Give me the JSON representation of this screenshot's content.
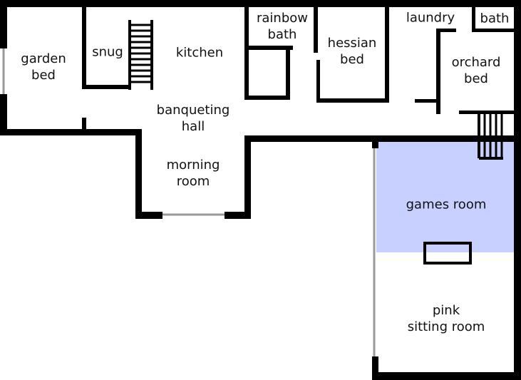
{
  "colors": {
    "wall": "#000000",
    "window": "#9a9a9a",
    "highlight": "#c8d0ff",
    "background": "#ffffff"
  },
  "rooms": {
    "garden_bed": "garden\nbed",
    "snug": "snug",
    "kitchen": "kitchen",
    "rainbow_bath": "rainbow\nbath",
    "hessian_bed": "hessian\nbed",
    "laundry": "laundry",
    "bath": "bath",
    "orchard_bed": "orchard\nbed",
    "banqueting_hall": "banqueting\nhall",
    "morning_room": "morning\nroom",
    "games_room": "games room",
    "pink_sitting_room": "pink\nsitting room"
  },
  "highlighted_room": "games room"
}
